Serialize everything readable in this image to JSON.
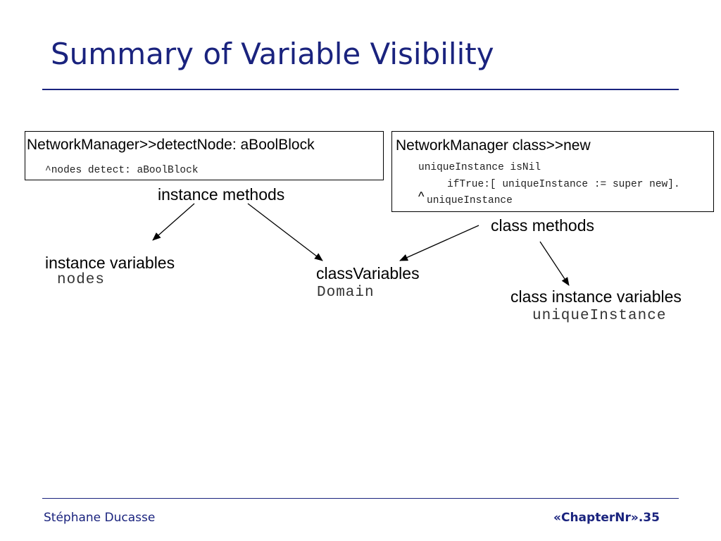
{
  "slide": {
    "title": "Summary of Variable Visibility",
    "instance_box": {
      "selector": "NetworkManager>>detectNode: aBoolBlock",
      "code_line_1": "^nodes detect: aBoolBlock"
    },
    "class_box": {
      "selector": "NetworkManager class>>new",
      "code_line_1": "uniqueInstance isNil",
      "code_line_2": "ifTrue:[ uniqueInstance := super new].",
      "code_line_3_caret": "^",
      "code_line_3": "uniqueInstance"
    },
    "labels": {
      "instance_methods": "instance methods",
      "class_methods": "class methods",
      "instance_variables": "instance variables",
      "instance_variables_value": "nodes",
      "class_variables": "classVariables",
      "class_variables_value": "Domain",
      "class_instance_variables": "class instance variables",
      "class_instance_variables_value": "uniqueInstance"
    }
  },
  "footer": {
    "author": "Stéphane Ducasse",
    "page": "«ChapterNr».35"
  },
  "colors": {
    "accent": "#1a237e"
  }
}
